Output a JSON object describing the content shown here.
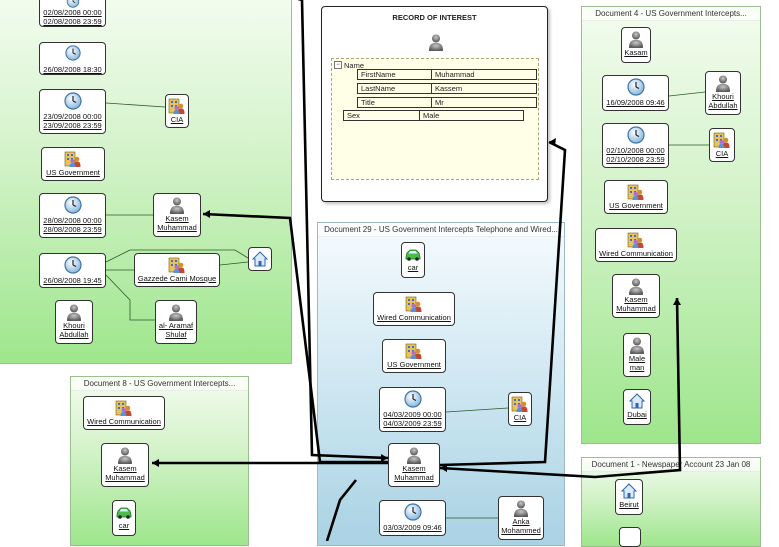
{
  "panels": {
    "left_top": {
      "title": ""
    },
    "doc8": {
      "title": "Document 8 - US Government Intercepts..."
    },
    "doc29": {
      "title": "Document 29 - US Government Intercepts Telephone and Wired..."
    },
    "doc4": {
      "title": "Document 4 - US Government Intercepts..."
    },
    "doc1": {
      "title": "Document 1 - Newspaper Account 23 Jan 08"
    }
  },
  "roi": {
    "title": "RECORD OF INTEREST",
    "group": "Name",
    "fields": [
      {
        "key": "FirstName",
        "value": "Muhammad"
      },
      {
        "key": "LastName",
        "value": "Kassem"
      },
      {
        "key": "Title",
        "value": "Mr"
      }
    ],
    "sex": {
      "key": "Sex",
      "value": "Male"
    }
  },
  "nodes": {
    "lt_date1": {
      "line1": "02/08/2008 00:00",
      "line2": "02/08/2008 23:59"
    },
    "lt_date2": {
      "line1": "26/08/2008 18:30"
    },
    "lt_date3": {
      "line1": "23/09/2008 00:00",
      "line2": "23/09/2008 23:59"
    },
    "lt_cia": {
      "line1": "CIA"
    },
    "lt_usgov": {
      "line1": "US Government"
    },
    "lt_date4": {
      "line1": "28/08/2008 00:00",
      "line2": "28/08/2008 23:59"
    },
    "lt_kasem": {
      "line1": "Kasem",
      "line2": "Muhammad"
    },
    "lt_date5": {
      "line1": "26/08/2008 19:45"
    },
    "lt_mosque": {
      "line1": "Gazzede Cami Mosque"
    },
    "lt_khouri": {
      "line1": "Khouri",
      "line2": "Abdullah"
    },
    "lt_alaramaf": {
      "line1": "al- Aramaf",
      "line2": "Shulaf"
    },
    "d8_wired": {
      "line1": "Wired Communication"
    },
    "d8_kasem": {
      "line1": "Kasem",
      "line2": "Muhammad"
    },
    "d8_car": {
      "line1": "car"
    },
    "d29_car": {
      "line1": "car"
    },
    "d29_wired": {
      "line1": "Wired Communication"
    },
    "d29_usgov": {
      "line1": "US Government"
    },
    "d29_date1": {
      "line1": "04/03/2009 00:00",
      "line2": "04/03/2009 23:59"
    },
    "d29_cia": {
      "line1": "CIA"
    },
    "d29_kasem": {
      "line1": "Kasem",
      "line2": "Muhammad"
    },
    "d29_date2": {
      "line1": "03/03/2009 09:46"
    },
    "d29_anka": {
      "line1": "Anka",
      "line2": "Mohammed"
    },
    "d4_kasam": {
      "line1": "Kasam"
    },
    "d4_date1": {
      "line1": "16/09/2008 09:46"
    },
    "d4_khouri": {
      "line1": "Khouri",
      "line2": "Abdullah"
    },
    "d4_date2": {
      "line1": "02/10/2008 00:00",
      "line2": "02/10/2008 23:59"
    },
    "d4_cia": {
      "line1": "CIA"
    },
    "d4_usgov": {
      "line1": "US Government"
    },
    "d4_wired": {
      "line1": "Wired Communication"
    },
    "d4_kasem": {
      "line1": "Kasem",
      "line2": "Muhammad"
    },
    "d4_maleman": {
      "line1": "Male",
      "line2": "man"
    },
    "d4_dubai": {
      "line1": "Dubai"
    },
    "d1_beirut": {
      "line1": "Beirut"
    }
  },
  "icons": {
    "person": "person-icon",
    "clock": "clock-icon",
    "organization": "organization-icon",
    "building": "building-icon",
    "car": "car-icon"
  },
  "colors": {
    "green_panel": "#b9ecaa",
    "blue_panel": "#c4e1ee",
    "record_fill": "#fffee6",
    "link": "#000000"
  }
}
